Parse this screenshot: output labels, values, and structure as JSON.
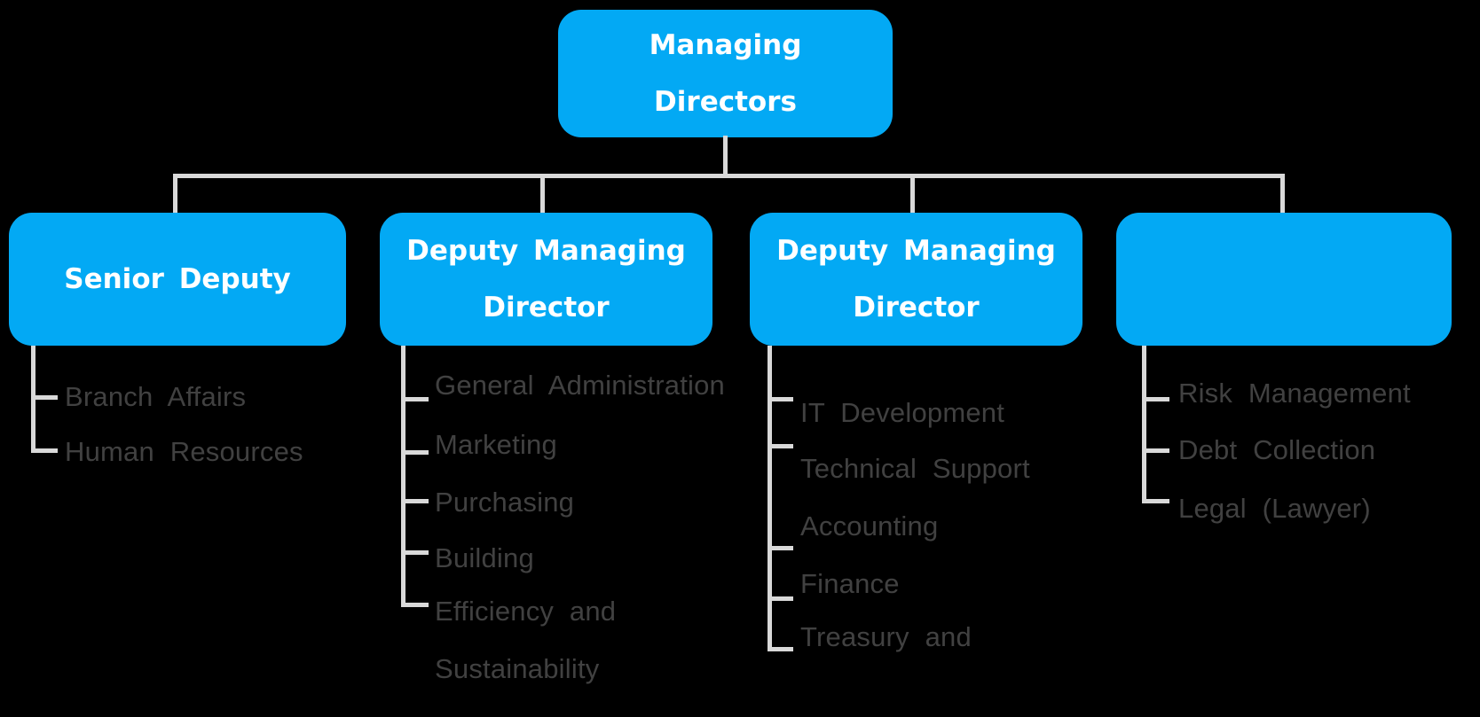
{
  "org": {
    "root": {
      "label": "Managing Directors"
    },
    "branches": [
      {
        "title": "Senior Deputy",
        "items": [
          "Branch Affairs",
          "Human Resources"
        ]
      },
      {
        "title": "Deputy Managing Director",
        "items": [
          "General Administration",
          "Marketing",
          "Purchasing",
          "Building",
          "Efficiency and Sustainability"
        ]
      },
      {
        "title": "Deputy Managing Director",
        "items": [
          "IT Development",
          "Technical Support",
          "Accounting",
          "Finance",
          "Treasury and"
        ]
      },
      {
        "title": "",
        "items": [
          "Risk Management",
          "Debt Collection",
          "Legal (Lawyer)"
        ]
      }
    ]
  },
  "colors": {
    "node_fill": "#03A9F4",
    "node_text": "#FFFFFF",
    "connector": "#D9D9D9",
    "item_text": "#414141",
    "background": "#000000"
  }
}
